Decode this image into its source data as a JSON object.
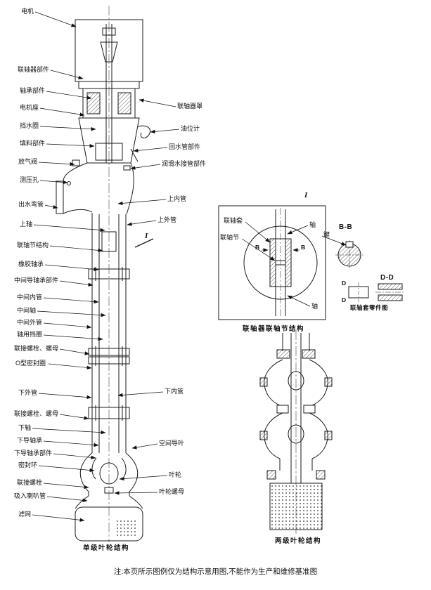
{
  "note": "注:本页所示图例仅为结构示意用图,不能作为生产和维修基准图",
  "main_diagram": {
    "caption": "单级叶轮结构",
    "section_marker": "I",
    "left_labels": [
      "电机",
      "联轴器部件",
      "轴承部件",
      "电机座",
      "挡水圈",
      "填料部件",
      "放气阀",
      "测压孔",
      "出水弯管",
      "上轴",
      "联轴节结构",
      "橡胶轴承",
      "中间导轴承部件",
      "中间内管",
      "中间轴",
      "中间外管",
      "轴用挡圈",
      "联接螺栓、螺母",
      "O型密封圈",
      "下外管",
      "联接螺栓、螺母",
      "下轴",
      "下导轴承",
      "下导轴承部件",
      "密封环",
      "联接螺栓",
      "吸入喇叭管",
      "滤网"
    ],
    "right_labels": [
      "联轴器罩",
      "油位计",
      "回水管部件",
      "润滑水接管部件",
      "上内管",
      "上外管",
      "下内管",
      "空间导叶",
      "叶轮",
      "叶轮螺母"
    ]
  },
  "detail_diagram": {
    "caption": "联轴器联轴节结构",
    "marker": "I",
    "label_sleeve": "联轴套",
    "label_joint": "联轴节",
    "label_shaft_top": "轴",
    "label_key": "键",
    "label_shaft_bottom": "轴",
    "section_bb": "B-B",
    "cut_b": "B",
    "section_dd": "D-D",
    "cut_d": "D",
    "sleeve_part_caption": "联轴套零件图"
  },
  "two_stage_diagram": {
    "caption": "两级叶轮结构"
  }
}
